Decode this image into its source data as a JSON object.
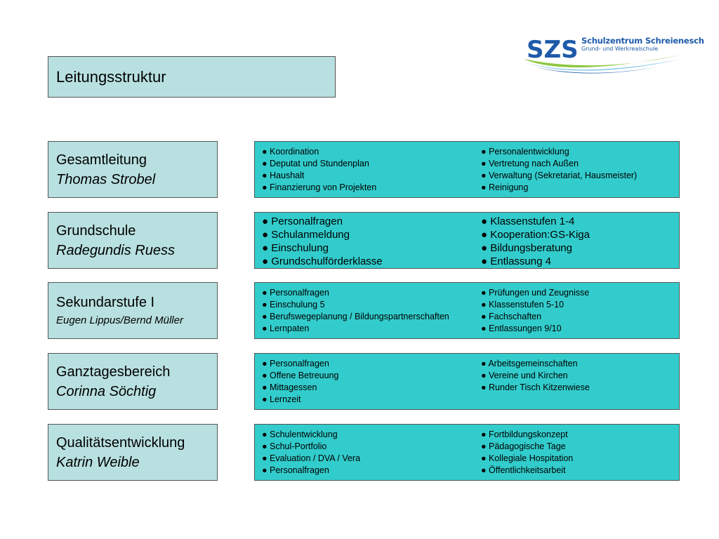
{
  "title": "Leitungsstruktur",
  "logo": {
    "abbr": "SZS",
    "name": "Schulzentrum Schreienesch",
    "subtitle": "Grund- und Werkrealschule",
    "colors": {
      "blue": "#1e5aa8",
      "green": "#8cc63f",
      "light_blue": "#7fc7e8"
    }
  },
  "colors": {
    "role_box": "#b9e0e0",
    "detail_box": "#33cccc",
    "border": "#555555"
  },
  "sections": [
    {
      "title": "Gesamtleitung",
      "person": "Thomas Strobel",
      "left_items": [
        "● Koordination",
        "● Deputat und Stundenplan",
        "● Haushalt",
        "● Finanzierung von Projekten"
      ],
      "right_items": [
        "● Personalentwicklung",
        "● Vertretung nach Außen",
        "● Verwaltung (Sekretariat, Hausmeister)",
        "● Reinigung"
      ]
    },
    {
      "title": "Grundschule",
      "person": "Radegundis Ruess",
      "left_items": [
        "● Personalfragen",
        "● Schulanmeldung",
        "● Einschulung",
        "● Grundschulförderklasse"
      ],
      "right_items": [
        "● Klassenstufen 1-4",
        "● Kooperation:GS-Kiga",
        "● Bildungsberatung",
        "● Entlassung 4"
      ]
    },
    {
      "title": "Sekundarstufe I",
      "person": "Eugen Lippus/Bernd Müller",
      "left_items": [
        "● Personalfragen",
        "● Einschulung 5",
        "● Berufswegeplanung / Bildungspartnerschaften",
        "● Lernpaten"
      ],
      "right_items": [
        "● Prüfungen und Zeugnisse",
        "● Klassenstufen 5-10",
        "● Fachschaften",
        "● Entlassungen 9/10"
      ]
    },
    {
      "title": "Ganztagesbereich",
      "person": "Corinna Söchtig",
      "left_items": [
        "● Personalfragen",
        "● Offene Betreuung",
        "● Mittagessen",
        "● Lernzeit"
      ],
      "right_items": [
        "● Arbeitsgemeinschaften",
        "● Vereine und Kirchen",
        "● Runder Tisch Kitzenwiese"
      ]
    },
    {
      "title": "Qualitätsentwicklung",
      "person": "Katrin Weible",
      "left_items": [
        "● Schulentwicklung",
        "● Schul-Portfolio",
        "● Evaluation / DVA / Vera",
        "● Personalfragen"
      ],
      "right_items": [
        "● Fortbildungskonzept",
        "● Pädagogische Tage",
        "● Kollegiale Hospitation",
        "● Öffentlichkeitsarbeit"
      ]
    }
  ]
}
